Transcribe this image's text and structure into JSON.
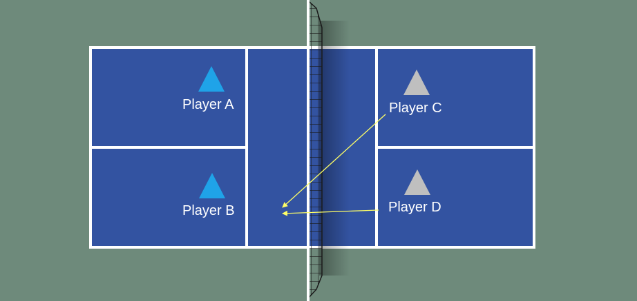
{
  "colors": {
    "background": "#6e8a7b",
    "court": "#3353a1",
    "lines": "#ffffff",
    "team_left": "#1fa3e8",
    "team_right": "#bfbfbf",
    "shot_arrow": "#ffff66",
    "net": "#1a1a1a"
  },
  "players": {
    "a": {
      "label": "Player A",
      "marker": "triangle-marker",
      "team": "left"
    },
    "b": {
      "label": "Player B",
      "marker": "triangle-marker",
      "team": "left"
    },
    "c": {
      "label": "Player C",
      "marker": "triangle-marker",
      "team": "right"
    },
    "d": {
      "label": "Player D",
      "marker": "triangle-marker",
      "team": "right"
    }
  },
  "shots": [
    {
      "from": "Player C",
      "to": "kitchen-left"
    },
    {
      "from": "Player D",
      "to": "kitchen-left"
    }
  ]
}
